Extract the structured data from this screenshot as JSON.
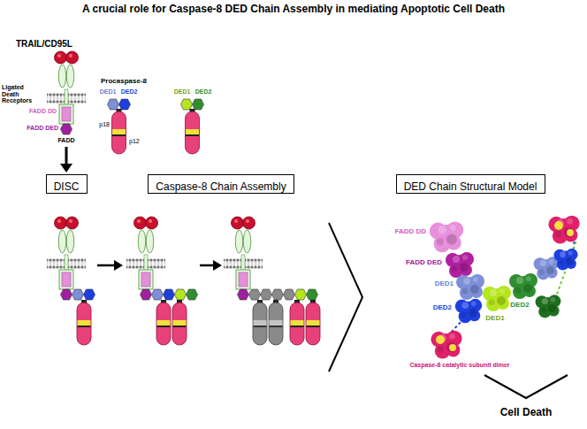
{
  "diagram": {
    "title": "A crucial role for Caspase-8 DED Chain Assembly in mediating Apoptotic Cell Death",
    "nodes": [
      {
        "text": [
          "DISC"
        ]
      },
      {
        "text": [
          "Caspase-8 Chain Assembly"
        ]
      },
      {
        "text": [
          "DED Chain Structural Model"
        ]
      }
    ],
    "labels": [
      "TRAIL/CD95L",
      "Ligated Death Receptors",
      "Procaspase-8",
      "DED1",
      "DED2",
      "DED1",
      "DED2",
      "FADD DD",
      "FADD DED",
      "FADD",
      "p18",
      "p12",
      "FADD DD",
      "FADD DED",
      "DED1",
      "DED2",
      "DED2",
      "DED1",
      "Caspase-8 catalytic subunit dimer",
      "Cell Death"
    ]
  }
}
